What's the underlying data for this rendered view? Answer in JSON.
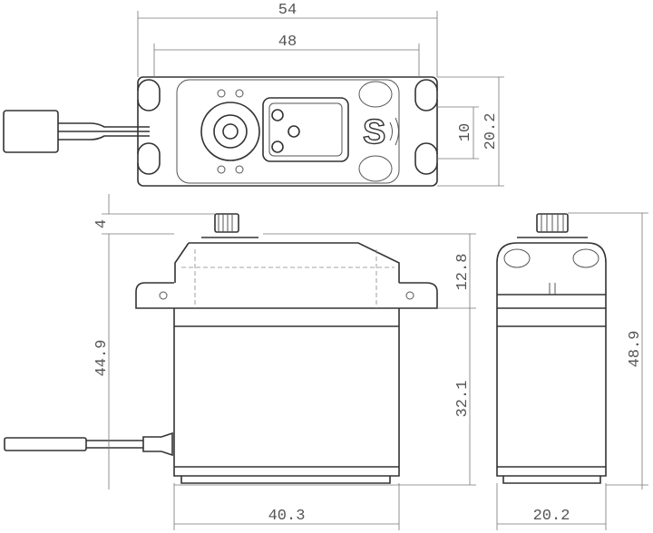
{
  "dimensions": {
    "top_width_outer": "54",
    "top_width_holes": "48",
    "top_hole_spacing": "10",
    "top_depth": "20.2",
    "front_gear_height": "4",
    "front_upper_height": "12.8",
    "front_body_height": "44.9",
    "front_lower_height": "32.1",
    "front_width": "40.3",
    "side_total_height": "48.9",
    "side_width": "20.2"
  },
  "logo": "S"
}
